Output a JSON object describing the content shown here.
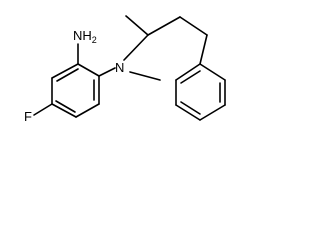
{
  "structure": {
    "atoms": {
      "amine_n": "N",
      "amine_h": "H",
      "amine_h_count": "2",
      "ring_n": "N",
      "fluorine": "F"
    }
  }
}
